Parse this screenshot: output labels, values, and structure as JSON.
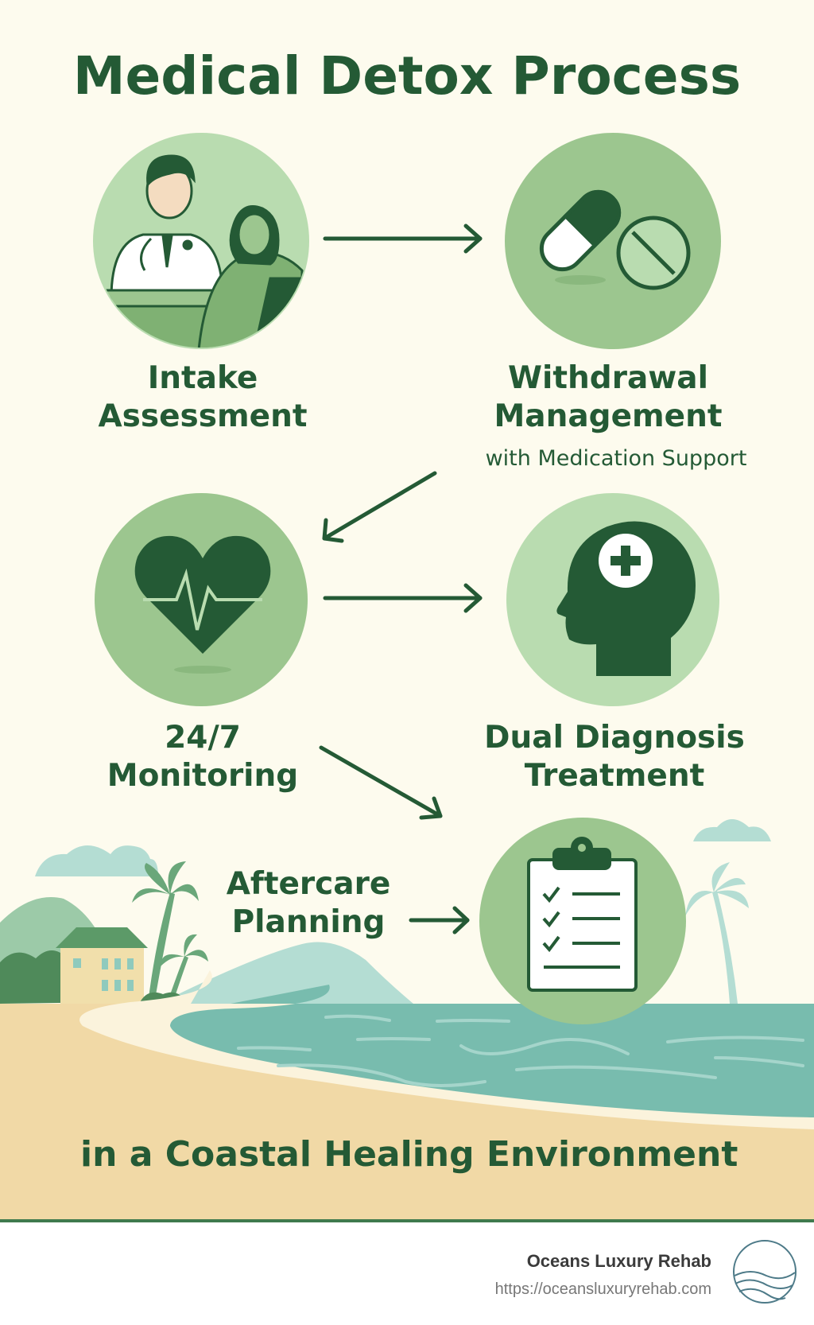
{
  "title": "Medical Detox Process",
  "steps": [
    {
      "line1": "Intake",
      "line2": "Assessment",
      "icon": "doctor-patient-icon"
    },
    {
      "line1": "Withdrawal",
      "line2": "Management",
      "sub": "with Medication Support",
      "icon": "pills-icon"
    },
    {
      "line1": "24/7",
      "line2": "Monitoring",
      "icon": "heartbeat-icon"
    },
    {
      "line1": "Dual Diagnosis",
      "line2": "Treatment",
      "icon": "head-plus-icon"
    },
    {
      "line1": "Aftercare",
      "line2": "Planning",
      "icon": "clipboard-checklist-icon"
    }
  ],
  "tagline": "in a Coastal Healing Environment",
  "footer": {
    "brand": "Oceans Luxury Rehab",
    "url": "https://oceansluxuryrehab.com"
  },
  "colors": {
    "dark_green": "#245a35",
    "mid_green": "#9cc68f",
    "light_green": "#b9dcb0",
    "sea": "#78bcae",
    "sand": "#f1d9a6",
    "bg": "#fdfbee"
  }
}
